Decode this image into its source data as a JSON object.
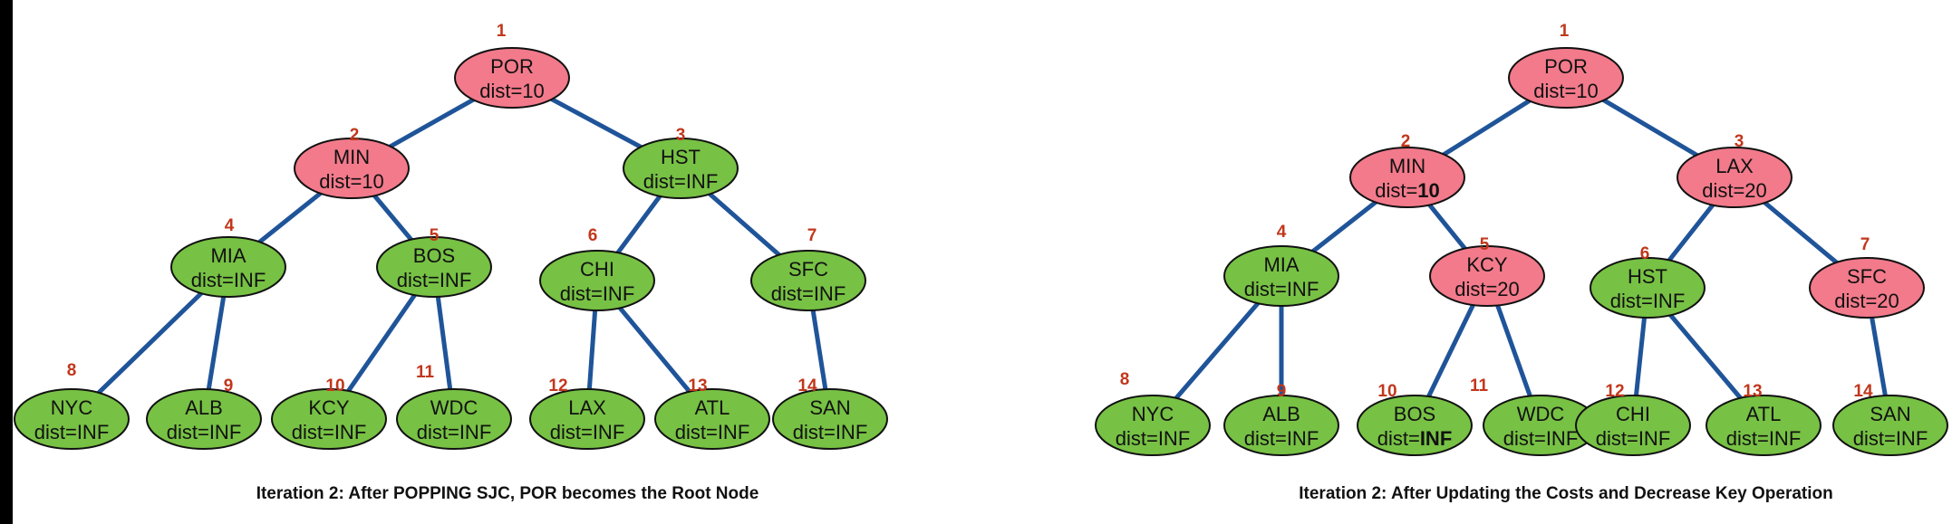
{
  "diagrams": [
    {
      "caption": "Iteration 2: After POPPING SJC, POR becomes the Root Node",
      "nodes": [
        {
          "index": "1",
          "name": "POR",
          "dist": "dist=10",
          "color": "pink"
        },
        {
          "index": "2",
          "name": "MIN",
          "dist": "dist=10",
          "color": "pink"
        },
        {
          "index": "3",
          "name": "HST",
          "dist": "dist=INF",
          "color": "green"
        },
        {
          "index": "4",
          "name": "MIA",
          "dist": "dist=INF",
          "color": "green"
        },
        {
          "index": "5",
          "name": "BOS",
          "dist": "dist=INF",
          "color": "green"
        },
        {
          "index": "6",
          "name": "CHI",
          "dist": "dist=INF",
          "color": "green"
        },
        {
          "index": "7",
          "name": "SFC",
          "dist": "dist=INF",
          "color": "green"
        },
        {
          "index": "8",
          "name": "NYC",
          "dist": "dist=INF",
          "color": "green"
        },
        {
          "index": "9",
          "name": "ALB",
          "dist": "dist=INF",
          "color": "green"
        },
        {
          "index": "10",
          "name": "KCY",
          "dist": "dist=INF",
          "color": "green"
        },
        {
          "index": "11",
          "name": "WDC",
          "dist": "dist=INF",
          "color": "green"
        },
        {
          "index": "12",
          "name": "LAX",
          "dist": "dist=INF",
          "color": "green"
        },
        {
          "index": "13",
          "name": "ATL",
          "dist": "dist=INF",
          "color": "green"
        },
        {
          "index": "14",
          "name": "SAN",
          "dist": "dist=INF",
          "color": "green"
        }
      ]
    },
    {
      "caption": "Iteration 2: After Updating the Costs and Decrease Key Operation",
      "nodes": [
        {
          "index": "1",
          "name": "POR",
          "dist": "dist=10",
          "color": "pink"
        },
        {
          "index": "2",
          "name": "MIN",
          "dist": "dist=10",
          "color": "pink",
          "bold_value": true
        },
        {
          "index": "3",
          "name": "LAX",
          "dist": "dist=20",
          "color": "pink"
        },
        {
          "index": "4",
          "name": "MIA",
          "dist": "dist=INF",
          "color": "green"
        },
        {
          "index": "5",
          "name": "KCY",
          "dist": "dist=20",
          "color": "pink"
        },
        {
          "index": "6",
          "name": "HST",
          "dist": "dist=INF",
          "color": "green"
        },
        {
          "index": "7",
          "name": "SFC",
          "dist": "dist=20",
          "color": "pink"
        },
        {
          "index": "8",
          "name": "NYC",
          "dist": "dist=INF",
          "color": "green"
        },
        {
          "index": "9",
          "name": "ALB",
          "dist": "dist=INF",
          "color": "green"
        },
        {
          "index": "10",
          "name": "BOS",
          "dist": "dist=INF",
          "color": "green",
          "bold_value": true
        },
        {
          "index": "11",
          "name": "WDC",
          "dist": "dist=INF",
          "color": "green"
        },
        {
          "index": "12",
          "name": "CHI",
          "dist": "dist=INF",
          "color": "green"
        },
        {
          "index": "13",
          "name": "ATL",
          "dist": "dist=INF",
          "color": "green"
        },
        {
          "index": "14",
          "name": "SAN",
          "dist": "dist=INF",
          "color": "green"
        }
      ]
    }
  ],
  "colors": {
    "pink": "#f27a8b",
    "green": "#77c144",
    "edge": "#1f5499",
    "index": "#c1371c"
  }
}
